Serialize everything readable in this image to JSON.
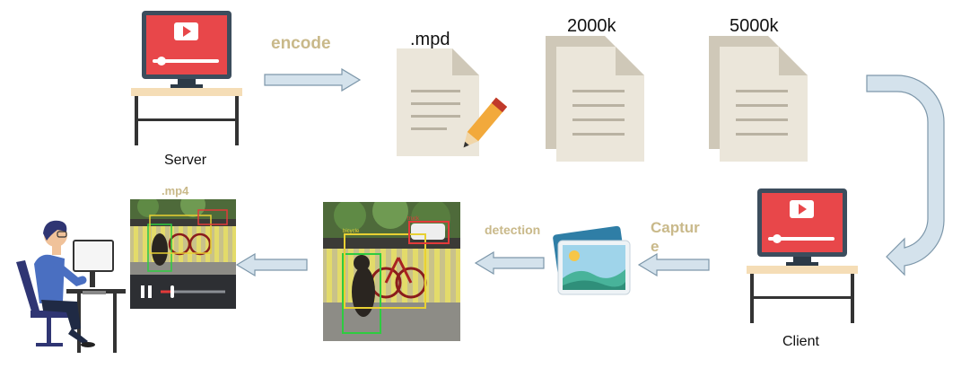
{
  "labels": {
    "server": "Server",
    "client": "Client",
    "encode": "encode",
    "mpd": ".mpd",
    "bitrate_low": "2000k",
    "bitrate_high": "5000k",
    "mp4": ".mp4",
    "detection": "detection",
    "capture_line1": "Captur",
    "capture_line2": "e"
  },
  "colors": {
    "screen_red": "#e8474a",
    "monitor_frame": "#3c4d5d",
    "desk_top": "#f5ddb6",
    "desk_legs": "#333333",
    "doc_light": "#ebe6da",
    "doc_dark": "#cfc8b8",
    "arrow_fill": "#d4e2ec",
    "arrow_stroke": "#7d97aa",
    "gold_text": "#c9b98a",
    "detect_green": "#2ecc40",
    "detect_yellow": "#e8d033",
    "detect_red": "#e23a3a"
  },
  "icons": {
    "server_monitor": "monitor-play-icon",
    "client_monitor": "monitor-play-icon",
    "mpd_doc": "document-pencil-icon",
    "segment_docs": "document-stack-icon",
    "captured_images": "image-stack-icon",
    "video_player": "video-player-icon",
    "user": "person-at-computer-icon"
  }
}
